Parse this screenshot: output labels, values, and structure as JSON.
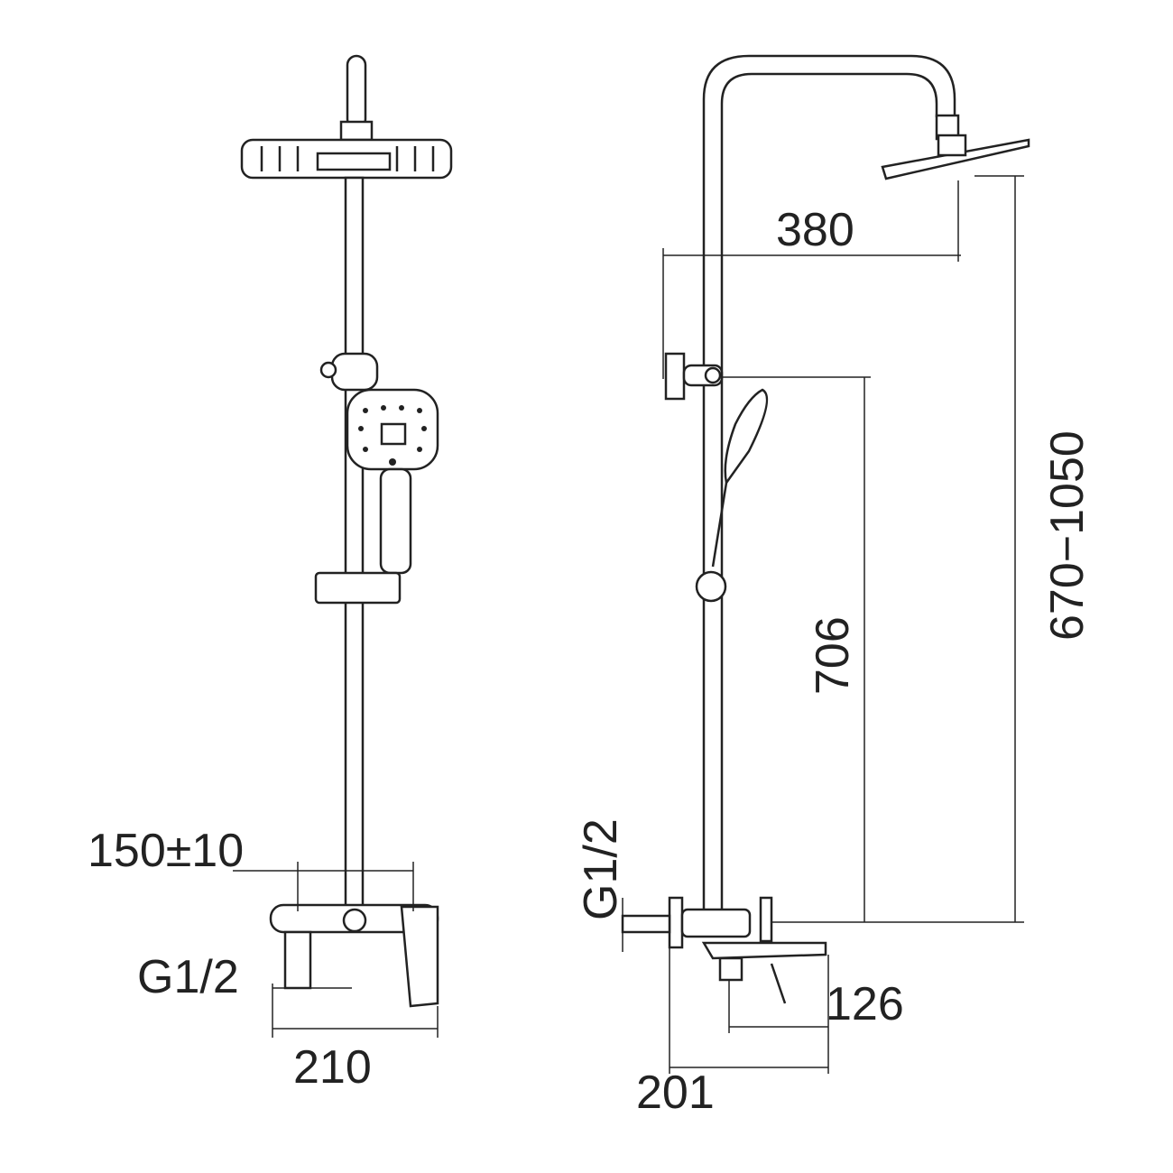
{
  "dimensions": {
    "arm_reach": "380",
    "slider_height": "706",
    "adjustable_height": "670−1050",
    "inlet_spacing": "150±10",
    "inlet_thread_front": "G1/2",
    "inlet_thread_side": "G1/2",
    "mixer_width": "210",
    "spout_length": "126",
    "mixer_depth": "201"
  }
}
